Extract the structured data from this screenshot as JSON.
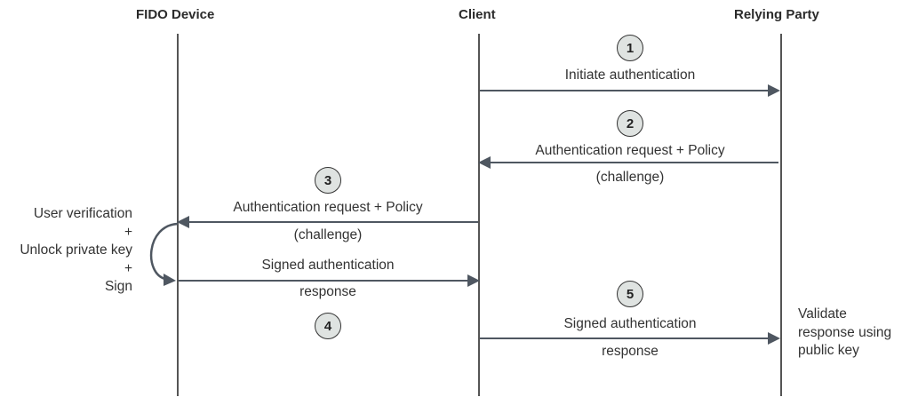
{
  "lanes": {
    "device": "FIDO Device",
    "client": "Client",
    "rp": "Relying Party"
  },
  "steps": {
    "s1": {
      "num": "1",
      "label": "Initiate authentication"
    },
    "s2": {
      "num": "2",
      "label": "Authentication request + Policy",
      "sub": "(challenge)"
    },
    "s3": {
      "num": "3",
      "label": "Authentication request + Policy",
      "sub": "(challenge)"
    },
    "s4": {
      "num": "4",
      "label": "Signed authentication",
      "sub": "response"
    },
    "s5": {
      "num": "5",
      "label": "Signed authentication",
      "sub": "response"
    }
  },
  "device_actions": [
    "User verification",
    "+",
    "Unlock private key",
    "+",
    "Sign"
  ],
  "rp_actions": [
    "Validate",
    "response using",
    "public key"
  ]
}
